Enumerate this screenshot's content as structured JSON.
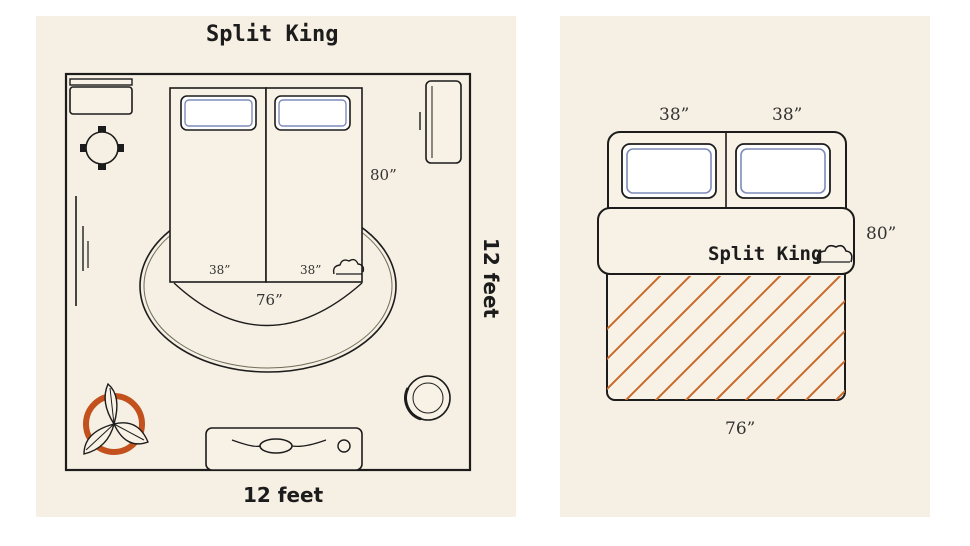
{
  "left_plan": {
    "title": "Split King",
    "width_label": "12 feet",
    "depth_label": "12 feet",
    "bed_length_label": "80”",
    "left_half_width_label": "38”",
    "right_half_width_label": "38”",
    "bed_width_label": "76”",
    "bed_icon": "cloud-bed-icon"
  },
  "right_plan": {
    "left_width_label": "38”",
    "right_width_label": "38”",
    "length_label": "80”",
    "bed_width_label": "76”",
    "bed_label": "Split King",
    "bed_icon": "cloud-bed-icon"
  },
  "colors": {
    "background": "#f6efe3",
    "outline": "#1c1c1c",
    "pillow_blue": "#7f8bb8",
    "hatch_orange": "#c9692a",
    "plant_orange": "#c2511e"
  }
}
